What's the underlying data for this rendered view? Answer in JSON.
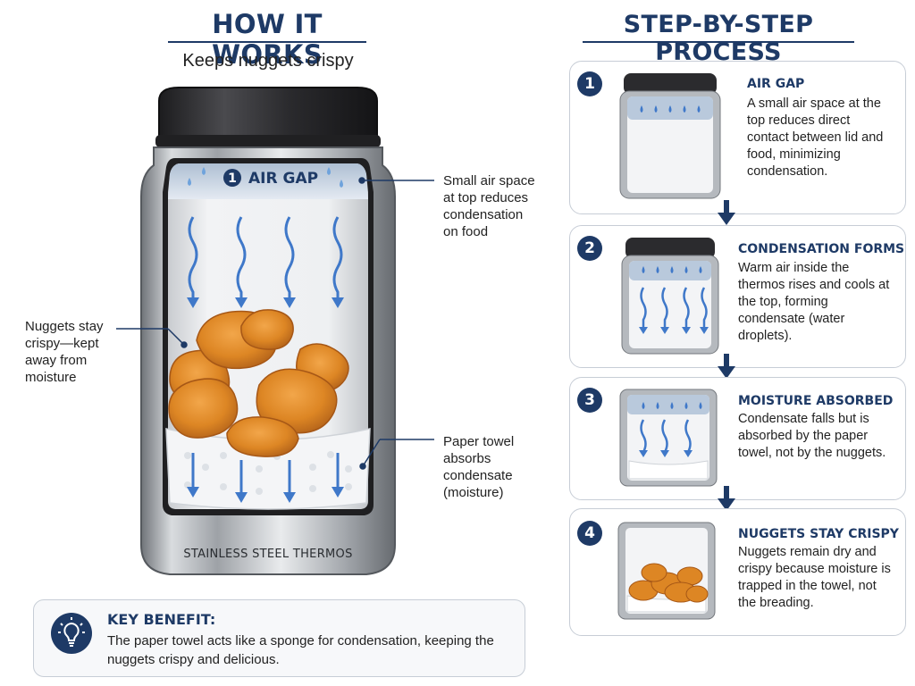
{
  "left": {
    "title": "HOW IT WORKS",
    "subtitle": "Keeps nuggets crispy",
    "air_gap_num": "1",
    "air_gap_label": "AIR GAP",
    "thermos_label": "STAINLESS STEEL THERMOS",
    "callout_air": "Small air space at top reduces condensation on food",
    "callout_nuggets": "Nuggets stay crispy—kept away from moisture",
    "callout_towel": "Paper towel absorbs condensate (moisture)"
  },
  "right": {
    "title": "STEP-BY-STEP PROCESS",
    "steps": [
      {
        "num": "1",
        "title": "AIR GAP",
        "text": "A small air space at the top reduces direct contact between lid and food, minimizing condensation."
      },
      {
        "num": "2",
        "title": "CONDENSATION FORMS",
        "text": "Warm air inside the thermos rises and cools at the top, forming condensate (water droplets)."
      },
      {
        "num": "3",
        "title": "MOISTURE ABSORBED",
        "text": "Condensate falls but is absorbed by the paper towel, not by the nuggets."
      },
      {
        "num": "4",
        "title": "NUGGETS STAY CRISPY",
        "text": "Nuggets remain dry and crispy because moisture is trapped in the towel, not the breading."
      }
    ]
  },
  "benefit": {
    "title": "KEY BENEFIT:",
    "text": "The paper towel acts like a sponge for condensation, keeping the nuggets crispy and delicious."
  },
  "colors": {
    "navy": "#1e3a66",
    "arrow_blue": "#3f78c9",
    "nugget": "#d9801f",
    "steel": "#a9adb3"
  },
  "icons": [
    "water-droplet-icon",
    "down-arrow-icon",
    "lightbulb-icon"
  ]
}
